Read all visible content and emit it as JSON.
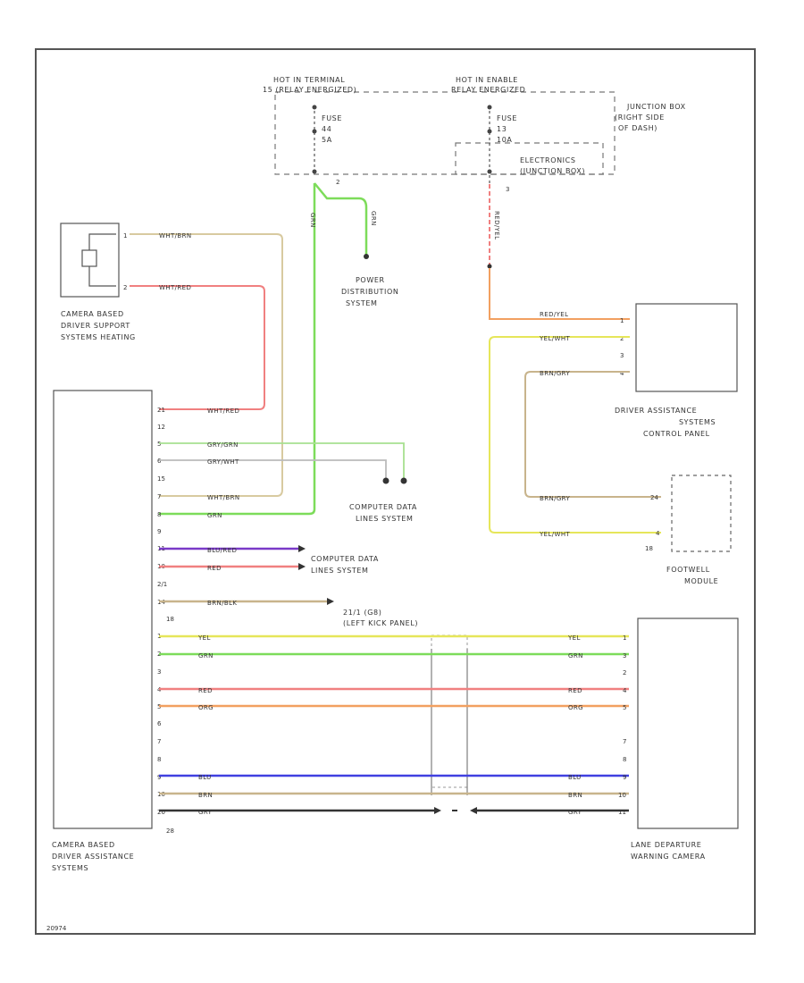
{
  "labels": {
    "hot_terminal": [
      "HOT IN TERMINAL",
      "15 (RELAY ENERGIZED)"
    ],
    "hot_enable": [
      "HOT IN ENABLE",
      "RELAY ENERGIZED"
    ],
    "junction_box": [
      "JUNCTION BOX",
      "(RIGHT SIDE",
      "OF DASH)"
    ],
    "fuse_left": [
      "FUSE",
      "44",
      "5A"
    ],
    "fuse_right": [
      "FUSE",
      "13",
      "10A"
    ],
    "electronics": [
      "ELECTRONICS",
      "(JUNCTION BOX)"
    ],
    "power_dist": [
      "POWER",
      "DISTRIBUTION",
      "SYSTEM"
    ],
    "heating": [
      "CAMERA BASED",
      "DRIVER SUPPORT",
      "SYSTEMS HEATING"
    ],
    "computer_lines_1": [
      "COMPUTER DATA",
      "LINES SYSTEM"
    ],
    "computer_lines_2": [
      "COMPUTER DATA",
      "LINES SYSTEM"
    ],
    "ground": [
      "21/1 (G8)",
      "(LEFT KICK PANEL)"
    ],
    "control_panel": [
      "DRIVER ASSISTANCE",
      "SYSTEMS",
      "CONTROL PANEL"
    ],
    "footwell": [
      "FOOTWELL",
      "MODULE"
    ],
    "camera_module": [
      "CAMERA BASED",
      "DRIVER ASSISTANCE",
      "SYSTEMS"
    ],
    "lane_camera": [
      "LANE DEPARTURE",
      "WARNING CAMERA"
    ],
    "footnote": "20974"
  },
  "wires": {
    "heat_top": "WHT/BRN",
    "heat_bottom": "WHT/RED",
    "cam21": "WHT/RED",
    "cam5": "GRY/GRN",
    "cam6": "GRY/WHT",
    "cam7": "WHT/BRN",
    "cam8": "GRN",
    "cam11": "BLU/RED",
    "cam12": "RED",
    "cam14": "BRN/BLK",
    "lane1": "YEL",
    "lane2": "GRN",
    "lane3": "RED",
    "lane4": "ORG",
    "lane5": "BLU",
    "lane6": "BRN",
    "lane7": "GRY",
    "fuse_green": "GRN",
    "fuse_green2": "GRN",
    "fuse_red": "RED/YEL",
    "cp1": "RED/YEL",
    "cp2": "YEL/WHT",
    "cp4": "BRN/GRY",
    "fw1": "BRN/GRY",
    "fw2": "YEL/WHT"
  },
  "pins": {
    "cam": [
      "21",
      "12",
      "5",
      "6",
      "15",
      "7",
      "8",
      "9",
      "11",
      "10",
      "2/1",
      "14",
      "18",
      "1",
      "2",
      "3",
      "4",
      "5",
      "6",
      "7",
      "8",
      "9",
      "10",
      "20",
      "28"
    ],
    "heat": [
      "1",
      "2"
    ],
    "cp": [
      "1",
      "2",
      "3",
      "4"
    ],
    "fw": [
      "24",
      "4",
      "18"
    ],
    "lane": [
      "1",
      "3",
      "2",
      "4",
      "5",
      "7",
      "8",
      "9",
      "10",
      "11"
    ],
    "fuse_left_out": "2",
    "fuse_right_out": "3"
  },
  "colors": {
    "red": "#f08080",
    "green": "#7ddc5a",
    "yellow": "#e6e65a",
    "orange": "#f2a060",
    "blue": "#4040e0",
    "purple": "#7a3ac8",
    "brown": "#c8b48c",
    "gray": "#333333",
    "tan": "#d8caa0"
  }
}
